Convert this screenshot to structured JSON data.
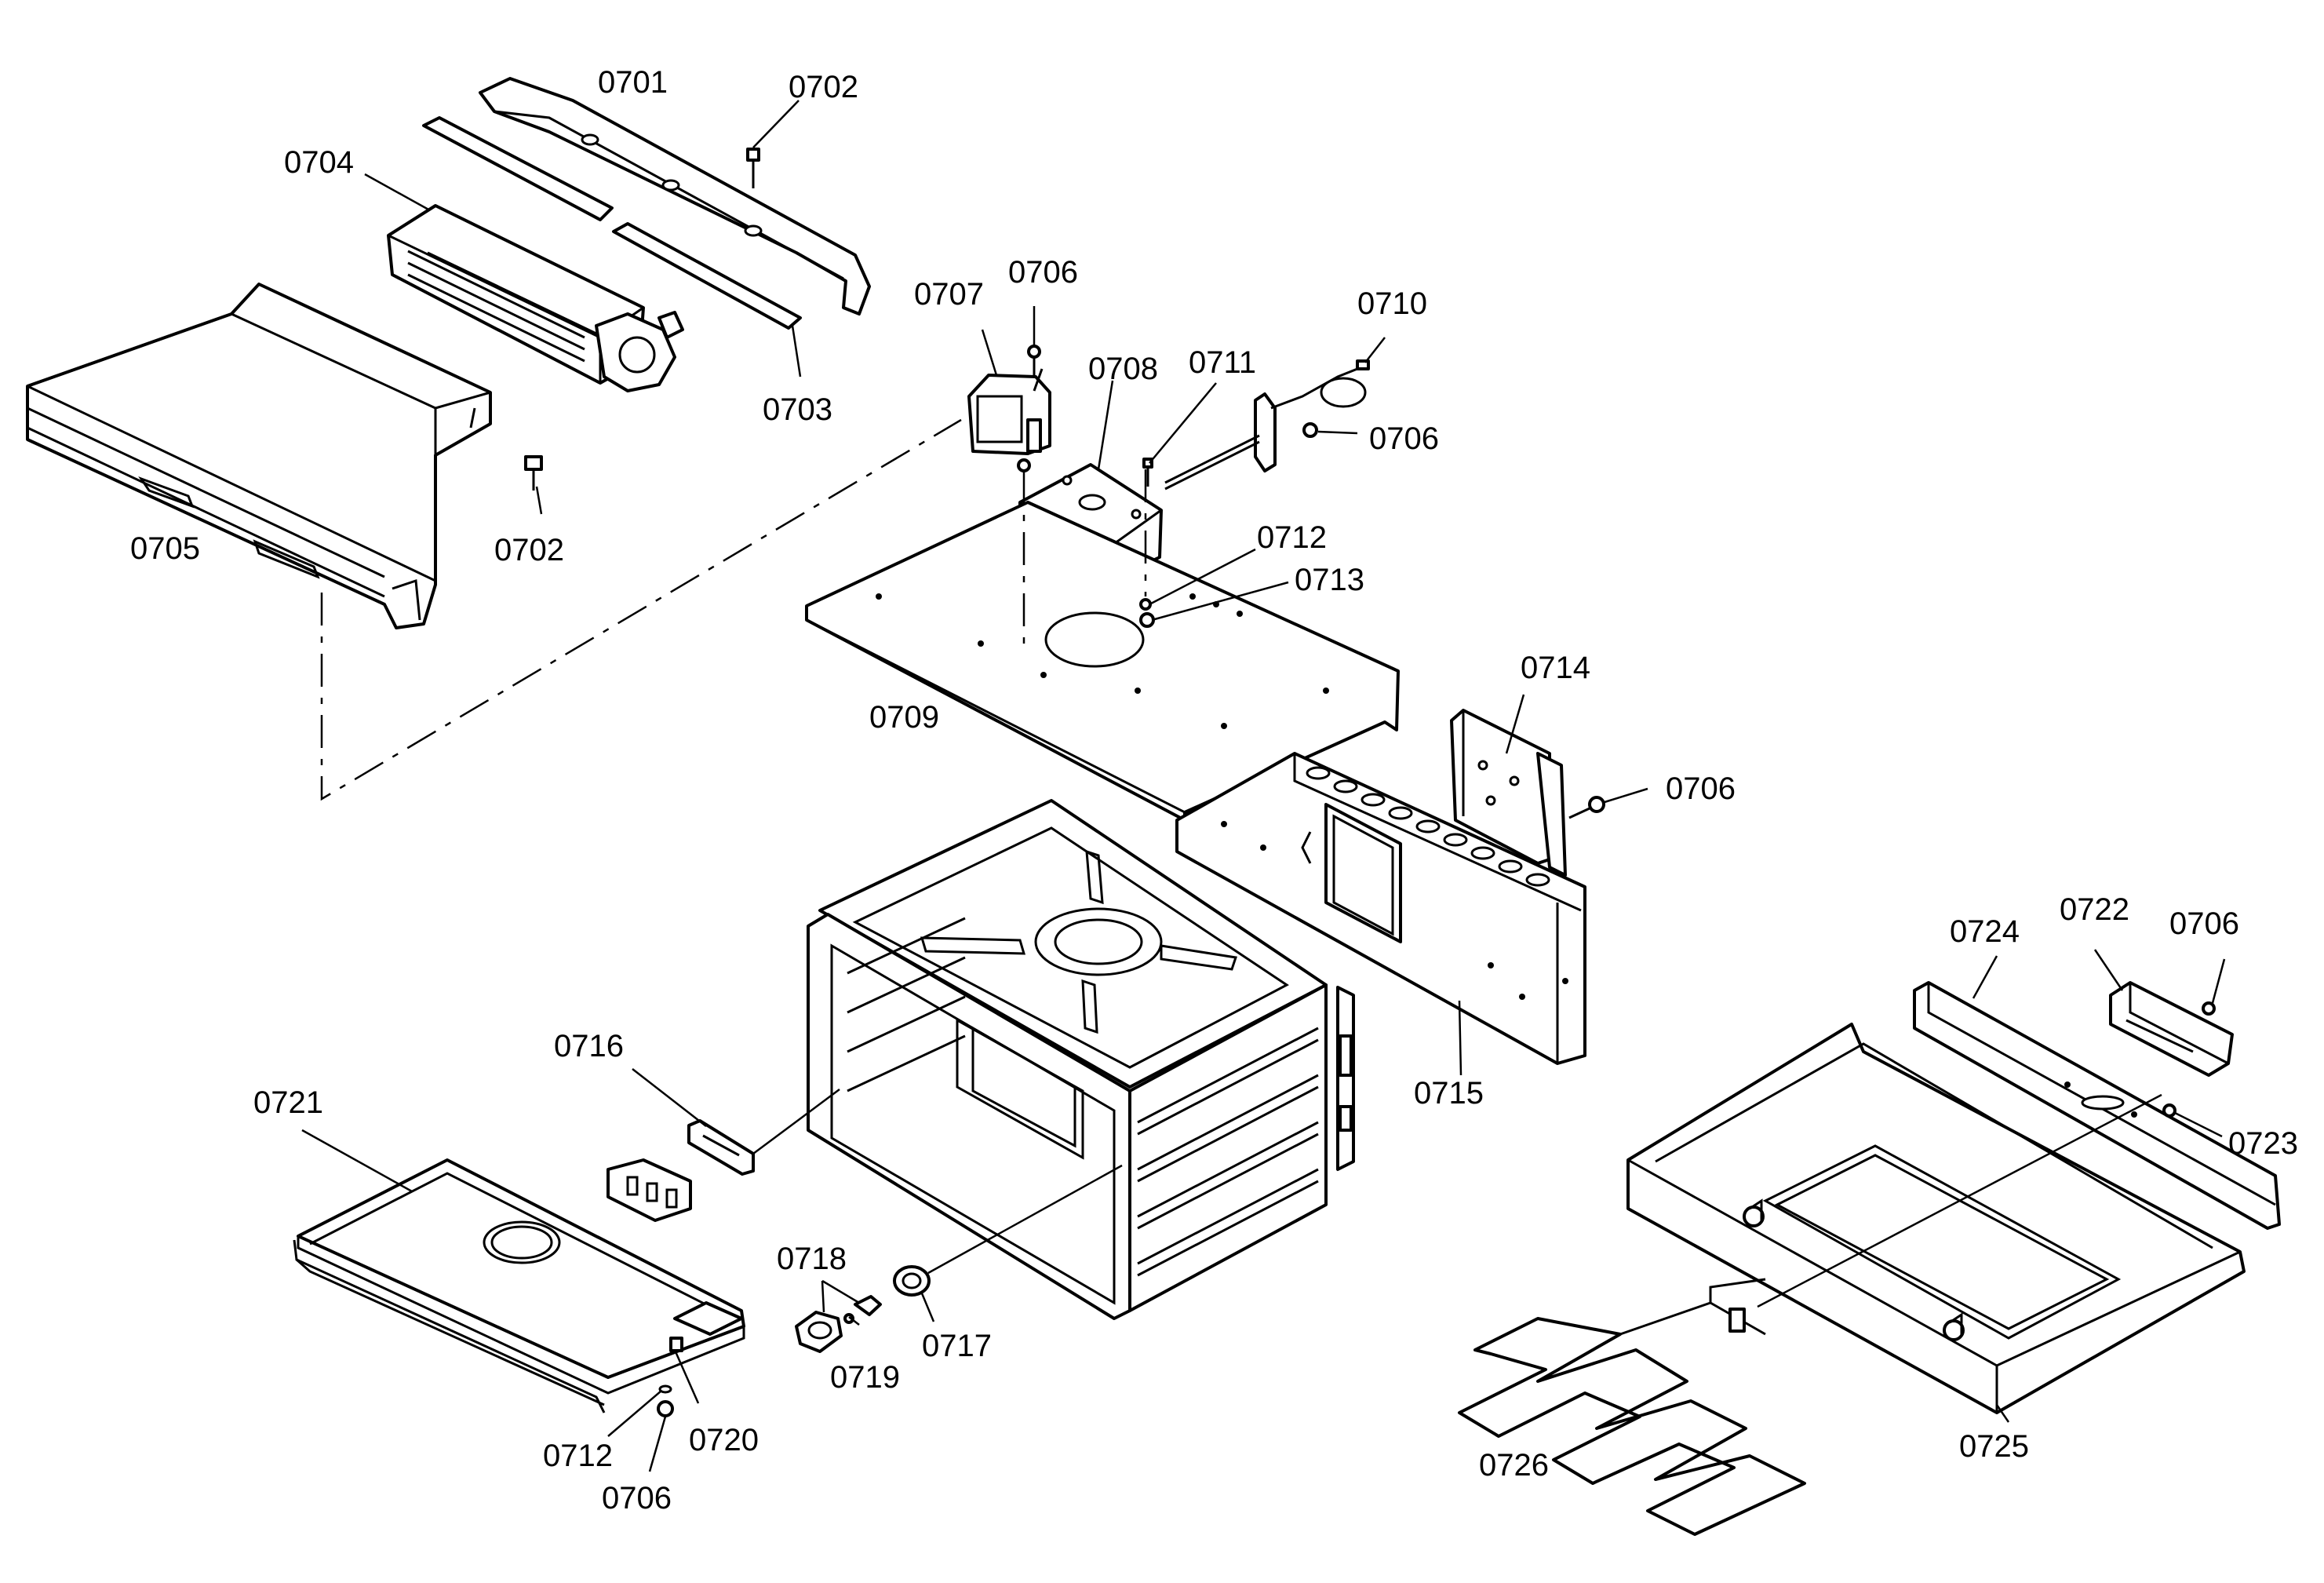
{
  "parts": [
    {
      "id": "p0701",
      "label": "0701"
    },
    {
      "id": "p0702a",
      "label": "0702"
    },
    {
      "id": "p0702b",
      "label": "0702"
    },
    {
      "id": "p0703",
      "label": "0703"
    },
    {
      "id": "p0704",
      "label": "0704"
    },
    {
      "id": "p0705",
      "label": "0705"
    },
    {
      "id": "p0706a",
      "label": "0706"
    },
    {
      "id": "p0706b",
      "label": "0706"
    },
    {
      "id": "p0706c",
      "label": "0706"
    },
    {
      "id": "p0706d",
      "label": "0706"
    },
    {
      "id": "p0706e",
      "label": "0706"
    },
    {
      "id": "p0707",
      "label": "0707"
    },
    {
      "id": "p0708",
      "label": "0708"
    },
    {
      "id": "p0709",
      "label": "0709"
    },
    {
      "id": "p0710",
      "label": "0710"
    },
    {
      "id": "p0711",
      "label": "0711"
    },
    {
      "id": "p0712a",
      "label": "0712"
    },
    {
      "id": "p0712b",
      "label": "0712"
    },
    {
      "id": "p0713",
      "label": "0713"
    },
    {
      "id": "p0714",
      "label": "0714"
    },
    {
      "id": "p0715",
      "label": "0715"
    },
    {
      "id": "p0716",
      "label": "0716"
    },
    {
      "id": "p0717",
      "label": "0717"
    },
    {
      "id": "p0718",
      "label": "0718"
    },
    {
      "id": "p0719",
      "label": "0719"
    },
    {
      "id": "p0720",
      "label": "0720"
    },
    {
      "id": "p0721",
      "label": "0721"
    },
    {
      "id": "p0722",
      "label": "0722"
    },
    {
      "id": "p0723",
      "label": "0723"
    },
    {
      "id": "p0724",
      "label": "0724"
    },
    {
      "id": "p0725",
      "label": "0725"
    },
    {
      "id": "p0726",
      "label": "0726"
    }
  ]
}
